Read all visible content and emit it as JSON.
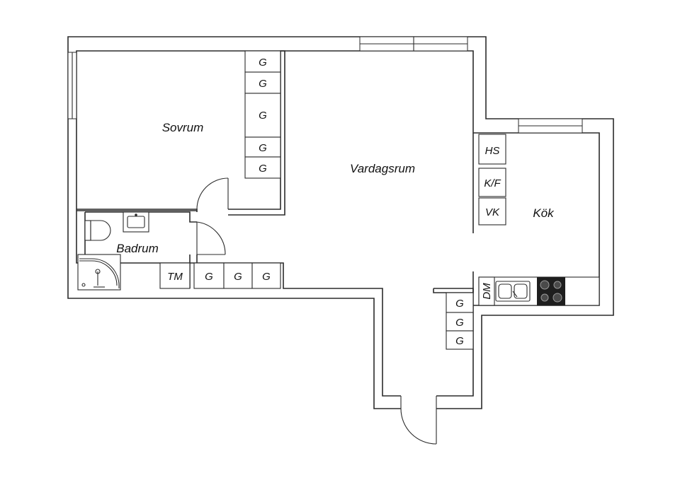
{
  "rooms": {
    "sovrum": "Sovrum",
    "vardagsrum": "Vardagsrum",
    "kok": "Kök",
    "badrum": "Badrum"
  },
  "units": {
    "wardrobe": "G",
    "washer": "TM",
    "freezer": "HS",
    "fridge_freezer": "K/F",
    "wine_cooler": "VK",
    "dishwasher": "DM"
  },
  "colors": {
    "wall": "#2b2b2b",
    "background": "#ffffff",
    "stove": "#1e1e1e"
  }
}
